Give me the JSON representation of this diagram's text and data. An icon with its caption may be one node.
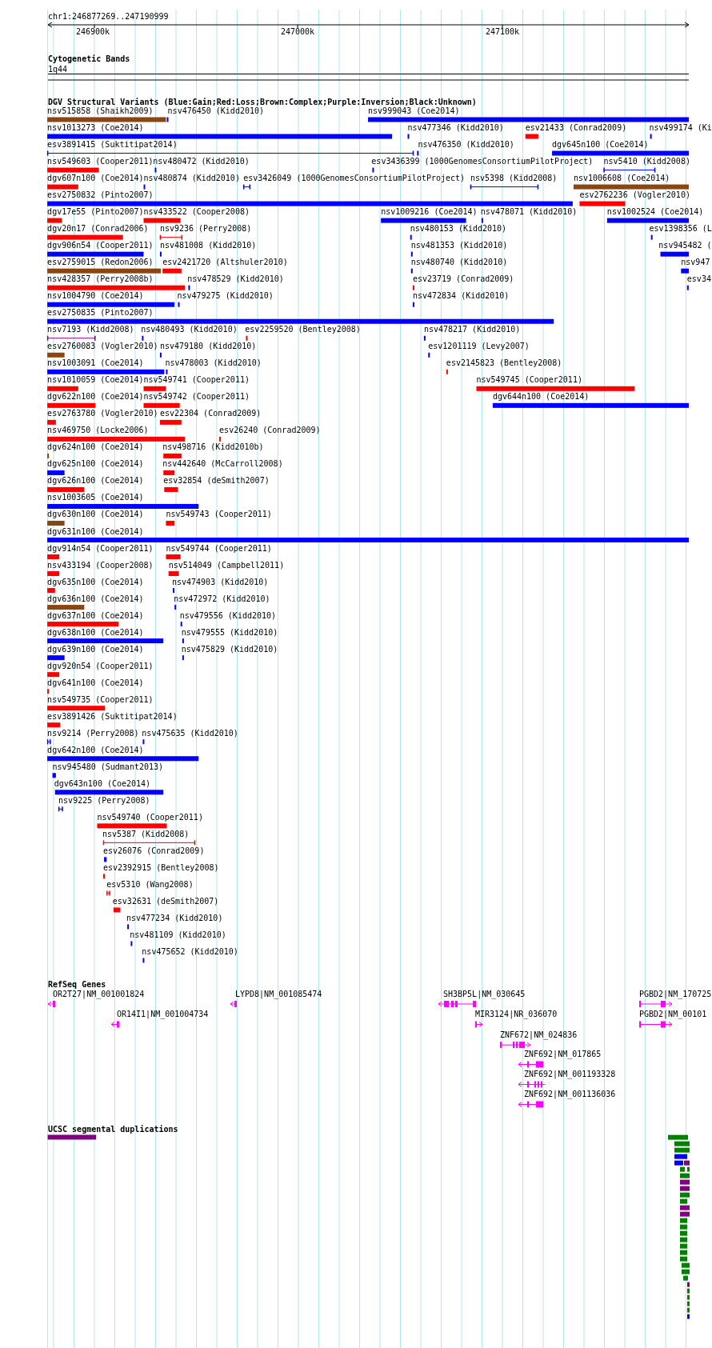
{
  "diagram": {
    "labels": [
      "chr1:246877269..247190999",
      "246900k",
      "247000k",
      "247100k",
      "Cytogenetic Bands",
      "1q44",
      "DGV Structural Variants (Blue:Gain;Red:Loss;Brown:Complex;Purple:Inversion;Black:Unknown)",
      "nsv515858 (Shaikh2009)",
      "nsv476450 (Kidd2010)",
      "nsv999043 (Coe2014)",
      "nsv1013273 (Coe2014)",
      "nsv477346 (Kidd2010)",
      "esv21433 (Conrad2009)",
      "nsv499174 (Ki",
      "esv3891415 (Suktitipat2014)",
      "nsv476350 (Kidd2010)",
      "dgv645n100 (Coe2014)",
      "nsv549603 (Cooper2011)",
      "nsv480472 (Kidd2010)",
      "esv3436399 (1000GenomesConsortiumPilotProject)",
      "nsv5410 (Kidd2008)",
      "dgv607n100 (Coe2014)",
      "nsv480874 (Kidd2010)",
      "esv3426049 (1000GenomesConsortiumPilotProject)",
      "nsv5398 (Kidd2008)",
      "nsv1006608 (Coe2014)",
      "esv2750832 (Pinto2007)",
      "esv2762236 (Vogler2010)",
      "dgv17e55 (Pinto2007)",
      "nsv433522 (Cooper2008)",
      "nsv1009216 (Coe2014)",
      "nsv478071 (Kidd2010)",
      "nsv1002524 (Coe2014)",
      "dgv20n17 (Conrad2006)",
      "nsv9236 (Perry2008)",
      "nsv480153 (Kidd2010)",
      "esv1398356 (L",
      "dgv906n54 (Cooper2011)",
      "nsv481008 (Kidd2010)",
      "nsv481353 (Kidd2010)",
      "nsv945482 (",
      "esv2759015 (Redon2006)",
      "esv2421720 (Altshuler2010)",
      "nsv480740 (Kidd2010)",
      "nsv947",
      "nsv428357 (Perry2008b)",
      "nsv478529 (Kidd2010)",
      "esv23719 (Conrad2009)",
      "esv34",
      "nsv1004790 (Coe2014)",
      "nsv479275 (Kidd2010)",
      "nsv472834 (Kidd2010)",
      "esv2750835 (Pinto2007)",
      "nsv7193 (Kidd2008)",
      "nsv480493 (Kidd2010)",
      "esv2259520 (Bentley2008)",
      "nsv478217 (Kidd2010)",
      "esv2760083 (Vogler2010)",
      "nsv479180 (Kidd2010)",
      "esv1201119 (Levy2007)",
      "nsv1003091 (Coe2014)",
      "nsv478003 (Kidd2010)",
      "esv2145823 (Bentley2008)",
      "nsv1010059 (Coe2014)",
      "nsv549741 (Cooper2011)",
      "nsv549745 (Cooper2011)",
      "dgv622n100 (Coe2014)",
      "nsv549742 (Cooper2011)",
      "dgv644n100 (Coe2014)",
      "esv2763780 (Vogler2010)",
      "esv22304 (Conrad2009)",
      "nsv469750 (Locke2006)",
      "esv26240 (Conrad2009)",
      "dgv624n100 (Coe2014)",
      "nsv498716 (Kidd2010b)",
      "dgv625n100 (Coe2014)",
      "nsv442640 (McCarroll2008)",
      "dgv626n100 (Coe2014)",
      "esv32854 (deSmith2007)",
      "nsv1003605 (Coe2014)",
      "dgv630n100 (Coe2014)",
      "nsv549743 (Cooper2011)",
      "dgv631n100 (Coe2014)",
      "dgv914n54 (Cooper2011)",
      "nsv549744 (Cooper2011)",
      "nsv433194 (Cooper2008)",
      "nsv514049 (Campbell2011)",
      "dgv635n100 (Coe2014)",
      "nsv474903 (Kidd2010)",
      "dgv636n100 (Coe2014)",
      "nsv472972 (Kidd2010)",
      "dgv637n100 (Coe2014)",
      "nsv479556 (Kidd2010)",
      "dgv638n100 (Coe2014)",
      "nsv479555 (Kidd2010)",
      "dgv639n100 (Coe2014)",
      "nsv475829 (Kidd2010)",
      "dgv920n54 (Cooper2011)",
      "dgv641n100 (Coe2014)",
      "nsv549735 (Cooper2011)",
      "esv3891426 (Suktitipat2014)",
      "nsv9214 (Perry2008)",
      "nsv475635 (Kidd2010)",
      "dgv642n100 (Coe2014)",
      "nsv945480 (Sudmant2013)",
      "dgv643n100 (Coe2014)",
      "nsv9225 (Perry2008)",
      "nsv549740 (Cooper2011)",
      "nsv5387 (Kidd2008)",
      "esv26076 (Conrad2009)",
      "esv2392915 (Bentley2008)",
      "esv5310 (Wang2008)",
      "esv32631 (deSmith2007)",
      "nsv477234 (Kidd2010)",
      "nsv481109 (Kidd2010)",
      "nsv475652 (Kidd2010)",
      "RefSeq Genes",
      "OR2T27|NM_001001824",
      "LYPD8|NM_001085474",
      "SH3BP5L|NM_030645",
      "PGBD2|NM_170725",
      "OR14I1|NM_001004734",
      "MIR3124|NR_036070",
      "PGBD2|NM_00101",
      "ZNF672|NM_024836",
      "ZNF692|NM_017865",
      "ZNF692|NM_001193328",
      "ZNF692|NM_001136036",
      "UCSC segmental duplications"
    ]
  }
}
